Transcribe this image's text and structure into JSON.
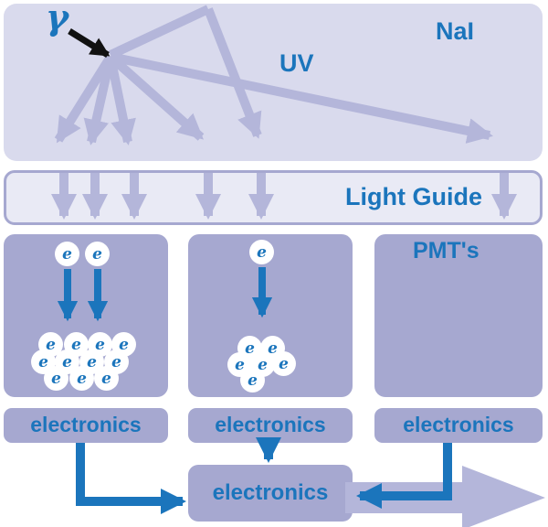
{
  "labels": {
    "gamma": "γ",
    "crystal": "NaI",
    "uv": "UV",
    "light_guide": "Light Guide",
    "pmts": "PMT's",
    "electron": "e",
    "electronics_left": "electronics",
    "electronics_middle": "electronics",
    "electronics_right": "electronics",
    "electronics_main": "electronics"
  },
  "counts": {
    "left_pmt_input_electrons": 2,
    "left_pmt_cluster_electrons": 11,
    "middle_pmt_input_electrons": 1,
    "middle_pmt_cluster_electrons": 6
  },
  "colors": {
    "crystal_fill": "#d9daed",
    "light_guide_fill": "#e9eaf5",
    "panel_purple": "#a6a8d0",
    "arrow_purple": "#b4b6da",
    "signal_blue": "#1b75bc",
    "gamma_arrow_black": "#111111",
    "electron_bg": "#ffffff",
    "background": "#ffffff"
  }
}
